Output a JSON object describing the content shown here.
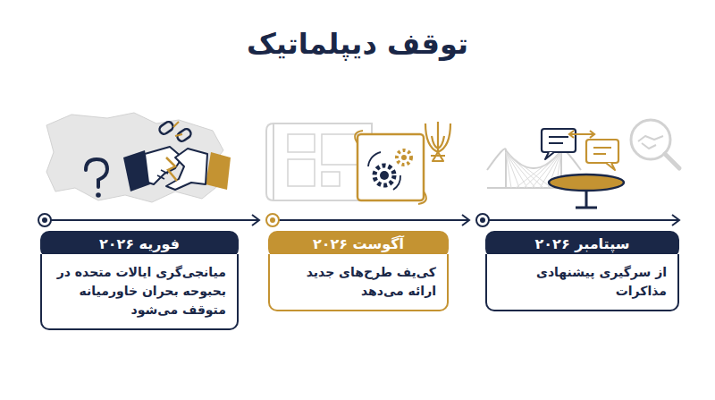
{
  "diagram": {
    "title": "توقف دیپلماتیک",
    "nodes": [
      {
        "text": [
          "فوریه ۲۰۲۶",
          "میانجی‌گری ایالات متحده در بحبوحه بحران خاورمیانه متوقف می‌شود"
        ]
      },
      {
        "text": [
          "آگوست ۲۰۲۶",
          "کی‌یف طرح‌های جدید ارائه می‌دهد"
        ]
      },
      {
        "text": [
          "سپتامبر ۲۰۲۶",
          "از سرگیری پیشنهادی مذاکرات"
        ]
      }
    ]
  }
}
